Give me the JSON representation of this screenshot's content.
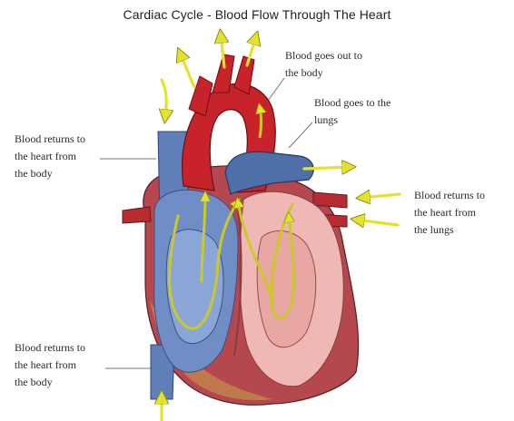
{
  "title": "Cardiac Cycle - Blood Flow Through The Heart",
  "labels": {
    "out_to_body": [
      "Blood goes out to",
      "the body"
    ],
    "to_lungs": [
      "Blood goes to the",
      "lungs"
    ],
    "return_body_upper": [
      "Blood returns to",
      "the heart from",
      "the body"
    ],
    "return_lungs": [
      "Blood returns to",
      "the heart from",
      "the lungs"
    ],
    "return_body_lower": [
      "Blood returns to",
      "the heart from",
      "the body"
    ]
  },
  "colors": {
    "artery_red": "#c8232b",
    "vein_blue": "#5f7fb8",
    "heart_muscle": "#b5484e",
    "inner_pink": "#efb8b4",
    "flow_arrow": "#d8d82a"
  }
}
